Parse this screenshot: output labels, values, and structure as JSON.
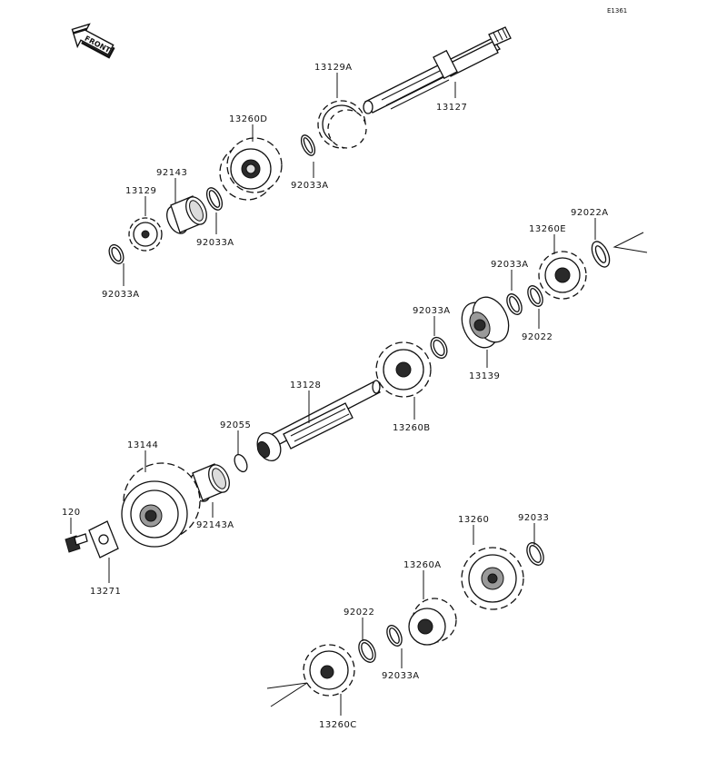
{
  "diagram_code": "E1361",
  "front_badge": "FRONT",
  "labels": {
    "p13129A": "13129A",
    "p13127": "13127",
    "p13260D": "13260D",
    "p92033A_1": "92033A",
    "p92143": "92143",
    "p13129": "13129",
    "p92033A_2": "92033A",
    "p92033A_3": "92033A",
    "p92022A": "92022A",
    "p13260E": "13260E",
    "p92033A_4": "92033A",
    "p92033A_5": "92033A",
    "p92022_1": "92022",
    "p13139": "13139",
    "p13128": "13128",
    "p13260B": "13260B",
    "p92055": "92055",
    "p13144": "13144",
    "p92143A": "92143A",
    "p120": "120",
    "p13271": "13271",
    "p13260": "13260",
    "p92033": "92033",
    "p13260A": "13260A",
    "p92022_2": "92022",
    "p92033A_6": "92033A",
    "p13260C": "13260C"
  }
}
